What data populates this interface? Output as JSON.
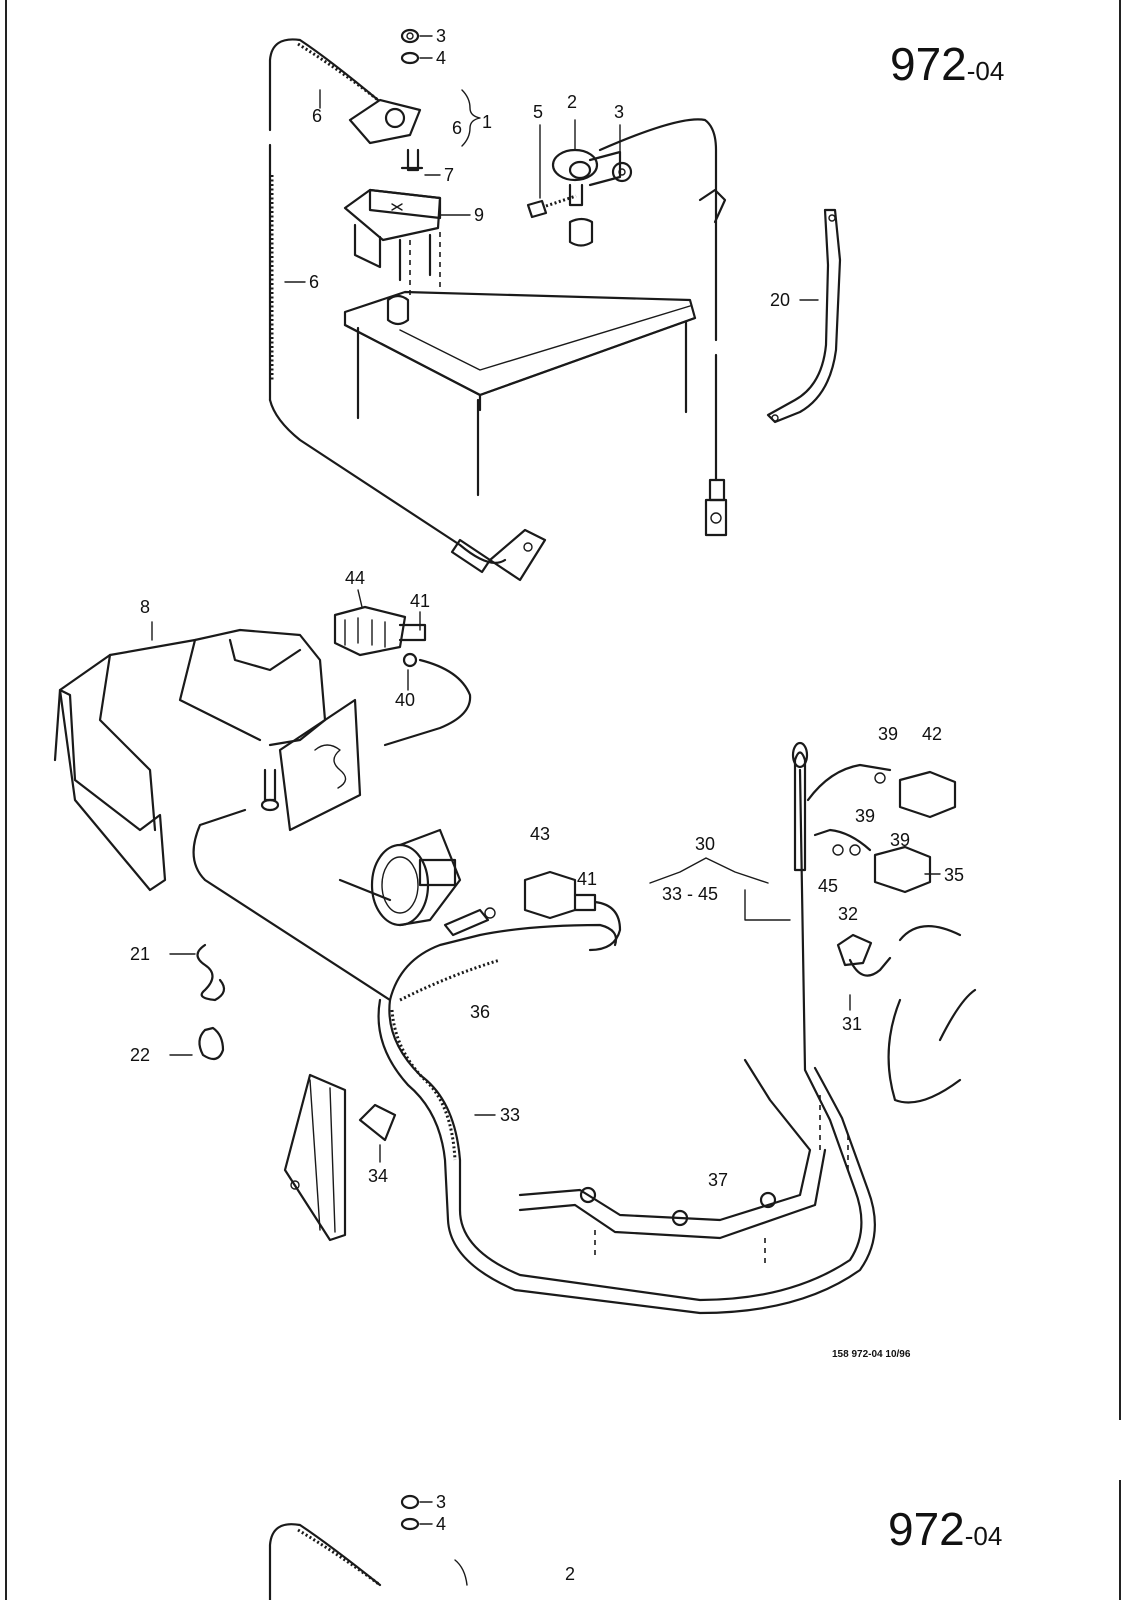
{
  "page": {
    "number_main": "972",
    "number_suffix": "-04",
    "footer": "158   972-04   10/96"
  },
  "callouts": {
    "c1": "1",
    "c2": "2",
    "c3a": "3",
    "c3b": "3",
    "c4": "4",
    "c5": "5",
    "c6a": "6",
    "c6b": "6",
    "c6c": "6",
    "c7": "7",
    "c8": "8",
    "c9": "9",
    "c20": "20",
    "c21": "21",
    "c22": "22",
    "c30": "30",
    "c30range": "33 - 45",
    "c31": "31",
    "c32": "32",
    "c33": "33",
    "c34": "34",
    "c35": "35",
    "c36": "36",
    "c37": "37",
    "c39a": "39",
    "c39b": "39",
    "c39c": "39",
    "c40": "40",
    "c41a": "41",
    "c41b": "41",
    "c42": "42",
    "c43": "43",
    "c44": "44",
    "c45": "45"
  },
  "next_page": {
    "number_main": "972",
    "number_suffix": "-04",
    "c3": "3",
    "c4": "4",
    "c2": "2"
  }
}
